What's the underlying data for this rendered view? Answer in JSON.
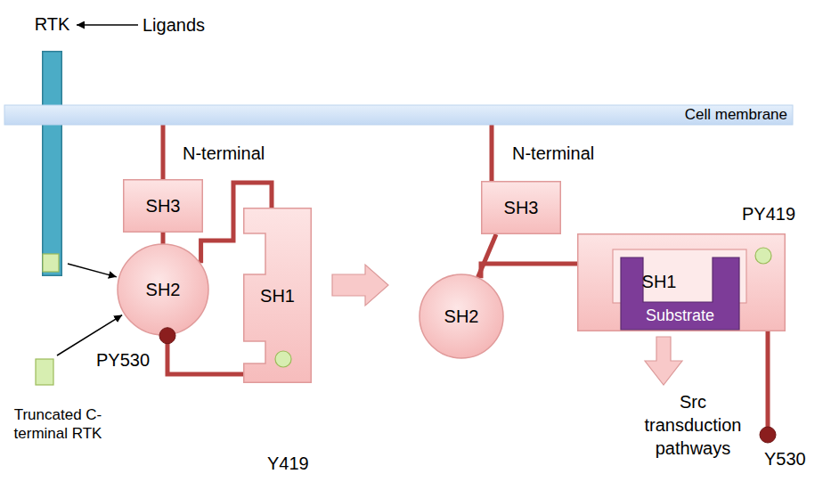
{
  "diagram": {
    "nodes": [
      {
        "text": [
          "RTK"
        ]
      },
      {
        "text": [
          "Cell membrane"
        ]
      },
      {
        "text": [
          "SH3"
        ]
      },
      {
        "text": [
          "SH2"
        ]
      },
      {
        "text": [
          "SH1"
        ]
      },
      {
        "text": [
          "Truncated C-terminal RTK"
        ]
      },
      {
        "text": [
          "SH3"
        ]
      },
      {
        "text": [
          "SH2"
        ]
      },
      {
        "text": [
          "SH1"
        ]
      },
      {
        "text": [
          "Substrate"
        ],
        "in": 8
      }
    ],
    "edges": [
      {
        "from": 0,
        "to": 3,
        "arrow": "to"
      },
      {
        "from": 5,
        "to": 3,
        "arrow": "to"
      },
      {
        "from": 1,
        "to": 2,
        "arrow": "none"
      },
      {
        "from": 2,
        "to": 3,
        "arrow": "none"
      },
      {
        "from": 3,
        "to": 4,
        "arrow": "none"
      },
      {
        "from": 4,
        "to": 3,
        "arrow": "none"
      },
      {
        "from": 1,
        "to": 6,
        "arrow": "none"
      },
      {
        "from": 6,
        "to": 7,
        "arrow": "none"
      },
      {
        "from": 7,
        "to": 8,
        "arrow": "none"
      }
    ],
    "labels": [
      "Ligands",
      "N-terminal",
      "PY530",
      "Y419",
      "N-terminal",
      "PY419",
      "Src transduction pathways",
      "Y530"
    ]
  }
}
